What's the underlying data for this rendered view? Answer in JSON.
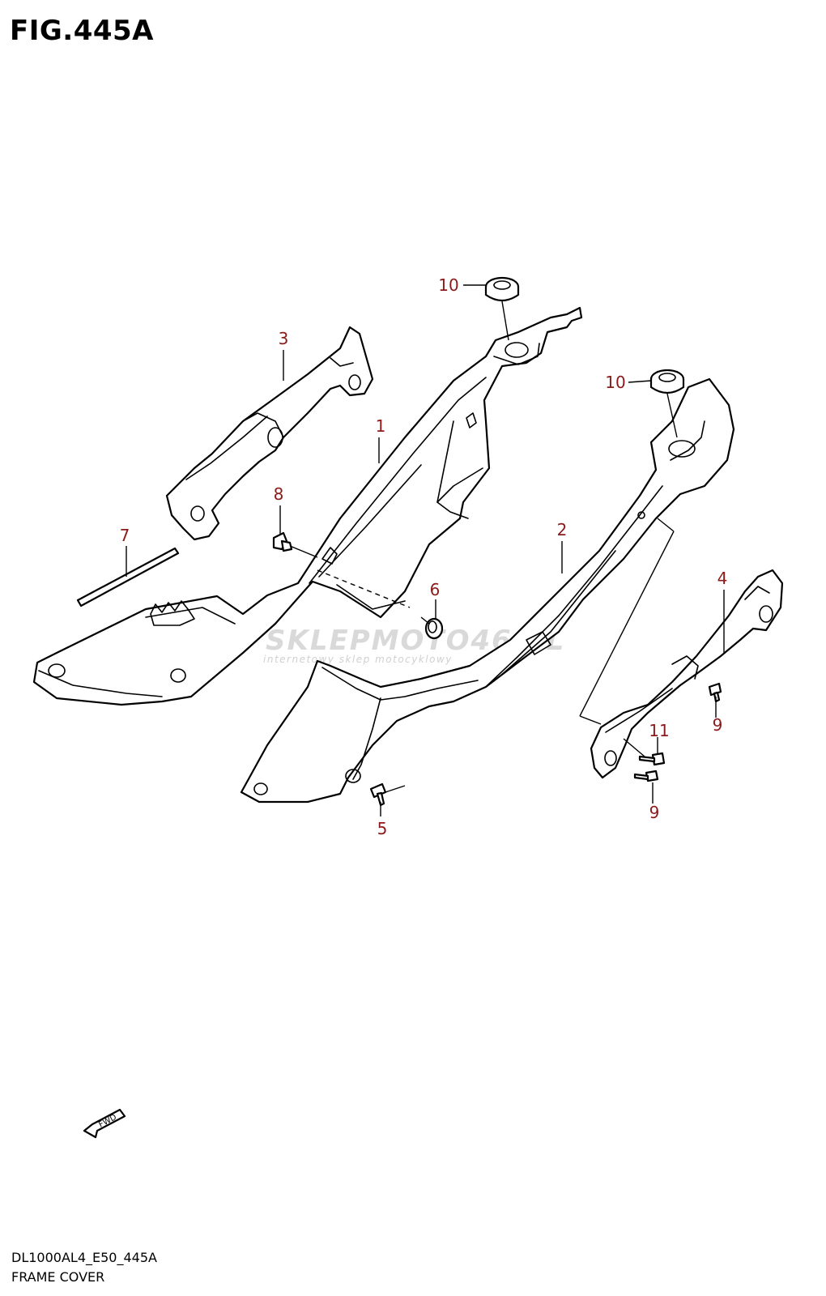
{
  "figure": {
    "title": "FIG.445A",
    "code": "DL1000AL4_E50_445A",
    "caption": "FRAME COVER"
  },
  "watermark": {
    "main": "SKLEPMOTO46.PL",
    "sub": "internetowy sklep motocyklowy"
  },
  "fwd_label": "FWD",
  "callouts": [
    "1",
    "2",
    "3",
    "4",
    "5",
    "6",
    "7",
    "8",
    "9",
    "9",
    "10",
    "10",
    "11"
  ],
  "colors": {
    "callout": "#8b1a1a",
    "line": "#000000",
    "watermark": "#d9d9d9"
  }
}
